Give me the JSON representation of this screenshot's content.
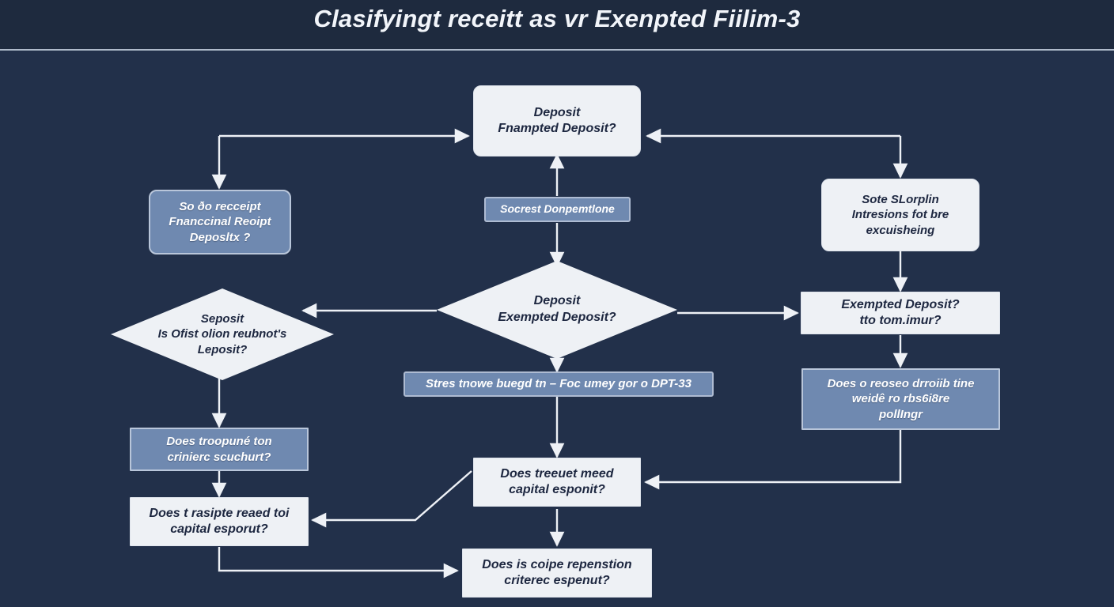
{
  "header": {
    "title": "Clasifyingt receitt as vr Exenpted Fiilim-3"
  },
  "theme": {
    "background": "#22304a",
    "header_background": "#1e2a3e",
    "rule": "#c8d2e0",
    "node_light_fill": "#eef1f5",
    "node_blue_fill": "#6f89b0",
    "node_text_dark": "#1d2740",
    "node_text_light": "#ffffff",
    "connector": "#eef1f6"
  },
  "chart_data": {
    "type": "diagram",
    "title": "Clasifyingt receitt as vr Exenpted Fiilim-3",
    "nodes": [
      {
        "id": "n1",
        "label": "Deposit\nFnampted Deposit?",
        "shape": "rounded-rect",
        "style": "light"
      },
      {
        "id": "n2",
        "label": "So ðo recceipt\nFnanccinal Reoipt\nDeposltx ?",
        "shape": "rounded-rect",
        "style": "blue"
      },
      {
        "id": "n3",
        "label": "Socrest Donpemtlone",
        "shape": "banner",
        "style": "blue"
      },
      {
        "id": "n4",
        "label": "Sote SLorplin\nIntresions fot bre\nexcuisheing",
        "shape": "rounded-rect",
        "style": "light"
      },
      {
        "id": "n5",
        "label": "Seposit\nIs Ofist olion reubnot's\nLeposit?",
        "shape": "diamond",
        "style": "light"
      },
      {
        "id": "n6",
        "label": "Deposit\nExempted Deposit?",
        "shape": "diamond",
        "style": "light"
      },
      {
        "id": "n7",
        "label": "Exempted Deposit?\ntto tom.imur?",
        "shape": "rect",
        "style": "light"
      },
      {
        "id": "n8",
        "label": "Stres tnowe buegd tn  –  Foc umey gor o DPT-33",
        "shape": "banner",
        "style": "blue"
      },
      {
        "id": "n9",
        "label": "Does o reoseo drroiib tine\nweidê ro rbs6i8re\npollIngr",
        "shape": "rect",
        "style": "blue"
      },
      {
        "id": "n10",
        "label": "Does troopuné ton\ncrinierc scuchurt?",
        "shape": "rect",
        "style": "blue"
      },
      {
        "id": "n11",
        "label": "Does t rasipte reaed toi\ncapital esporut?",
        "shape": "rect",
        "style": "light"
      },
      {
        "id": "n12",
        "label": "Does treeuet meed\ncapital esponit?",
        "shape": "rect",
        "style": "light"
      },
      {
        "id": "n13",
        "label": "Does is coipe repenstion\ncriterec espenut?",
        "shape": "rect",
        "style": "light"
      }
    ],
    "edges": [
      {
        "from": "n2",
        "to": "n1",
        "style": "elbow-up-right"
      },
      {
        "from": "n1",
        "to": "n2",
        "style": "elbow-down-left"
      },
      {
        "from": "n1",
        "to": "n4",
        "style": "elbow-down-right"
      },
      {
        "from": "n3",
        "to": "n1",
        "style": "straight-up"
      },
      {
        "from": "n6",
        "to": "n3",
        "style": "straight-up"
      },
      {
        "from": "n3",
        "to": "n6",
        "style": "straight-down"
      },
      {
        "from": "n6",
        "to": "n5",
        "style": "straight-left"
      },
      {
        "from": "n6",
        "to": "n7",
        "style": "straight-right"
      },
      {
        "from": "n4",
        "to": "n7",
        "style": "straight-down"
      },
      {
        "from": "n5",
        "to": "n10",
        "style": "straight-down"
      },
      {
        "from": "n7",
        "to": "n9",
        "style": "straight-down"
      },
      {
        "from": "n6",
        "to": "n8",
        "style": "straight-down"
      },
      {
        "from": "n8",
        "to": "n12",
        "style": "straight-down"
      },
      {
        "from": "n10",
        "to": "n11",
        "style": "straight-down"
      },
      {
        "from": "n9",
        "to": "n12",
        "style": "elbow-left"
      },
      {
        "from": "n12",
        "to": "n11",
        "style": "elbow-diagonal-left"
      },
      {
        "from": "n11",
        "to": "n13",
        "style": "elbow-down-right"
      },
      {
        "from": "n12",
        "to": "n13",
        "style": "straight-down"
      }
    ]
  }
}
